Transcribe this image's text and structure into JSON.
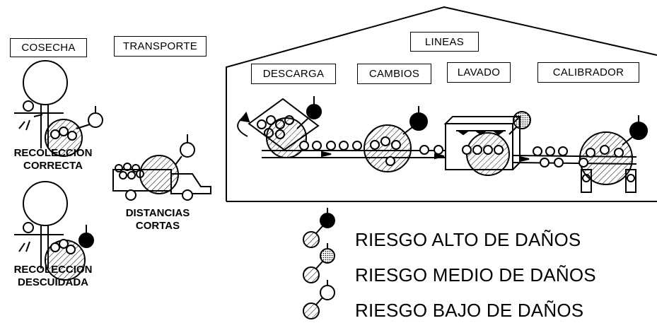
{
  "stages": {
    "cosecha": "COSECHA",
    "transporte": "TRANSPORTE",
    "lineas": "LINEAS"
  },
  "line_steps": {
    "descarga": "DESCARGA",
    "cambios": "CAMBIOS",
    "lavado": "LAVADO",
    "calibrador": "CALIBRADOR"
  },
  "harvest": {
    "correct_line1": "RECOLECCION",
    "correct_line2": "CORRECTA",
    "careless_line1": "RECOLECCION",
    "careless_line2": "DESCUIDADA"
  },
  "transport": {
    "line1": "DISTANCIAS",
    "line2": "CORTAS"
  },
  "legend": [
    {
      "risk": "high",
      "label": "RIESGO ALTO DE DAÑOS"
    },
    {
      "risk": "medium",
      "label": "RIESGO MEDIO DE DAÑOS"
    },
    {
      "risk": "low",
      "label": "RIESGO BAJO DE DAÑOS"
    }
  ],
  "colors": {
    "ink": "#000000",
    "paper": "#ffffff"
  },
  "icons": {
    "high": "black-filled-circle-icon",
    "medium": "dotted-circle-icon",
    "low": "empty-circle-icon"
  }
}
